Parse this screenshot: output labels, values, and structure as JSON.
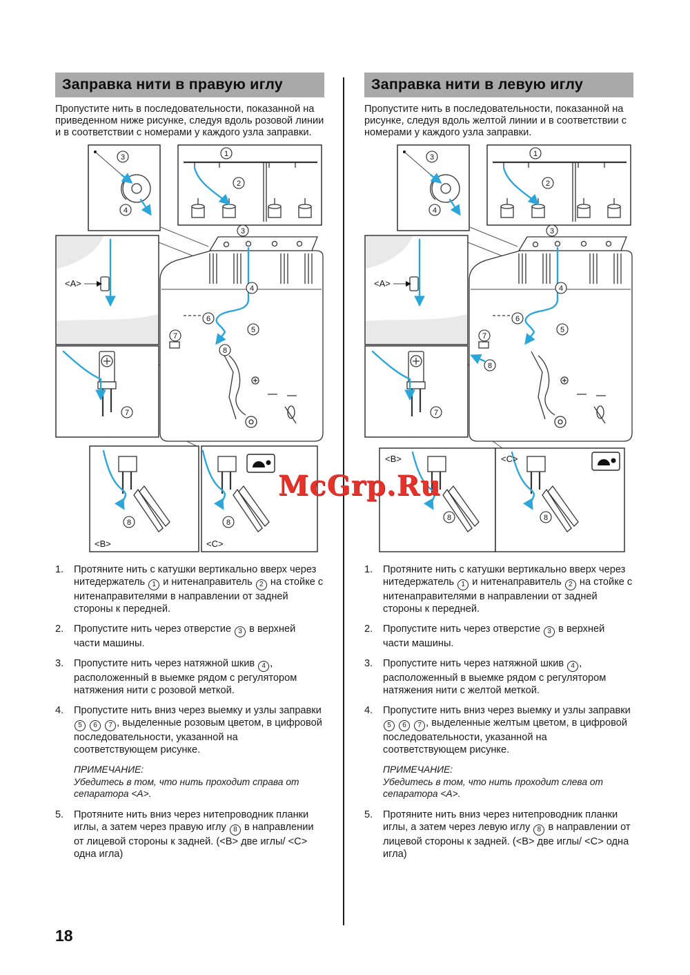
{
  "page": {
    "number": "18",
    "watermark": "McGrp.Ru"
  },
  "markers": {
    "n1": "1",
    "n2": "2",
    "n3": "3",
    "n4": "4",
    "n5": "5",
    "n6": "6",
    "n7": "7",
    "n8": "8"
  },
  "labels": {
    "a": "<A>",
    "b": "<B>",
    "c": "<C>"
  },
  "right_needle": {
    "title": "Заправка нити в правую иглу",
    "intro": "Пропустите нить в последовательности, показанной на приведенном ниже рисунке, следуя вдоль розовой линии и в соответствии с номерами у каждого узла заправки.",
    "items": [
      {
        "num": "1.",
        "text": "Протяните нить с катушки вертикально вверх через нитедержатель ① и нитенаправитель ② на стойке с нитенаправителями в направлении от задней стороны к передней."
      },
      {
        "num": "2.",
        "text": "Пропустите нить через отверстие ③ в верхней части машины."
      },
      {
        "num": "3.",
        "text": "Пропустите нить через натяжной шкив ④, расположенный в выемке рядом с регулятором натяжения нити с розовой меткой."
      },
      {
        "num": "4.",
        "text": "Пропустите нить вниз через выемку и узлы заправки ⑤ ⑥ ⑦, выделенные розовым цветом, в цифровой последовательности, указанной на соответствующем рисунке."
      },
      {
        "num": "5.",
        "text": "Протяните нить вниз через нитепроводник планки иглы, а затем через правую иглу ⑧ в направлении от лицевой стороны к задней. (<B> две иглы/ <C> одна игла)"
      }
    ],
    "note_title": "ПРИМЕЧАНИЕ:",
    "note_text": "Убедитесь в том, что нить проходит справа от сепаратора <А>."
  },
  "left_needle": {
    "title": "Заправка нити в левую иглу",
    "intro": "Пропустите нить в последовательности, показанной на рисунке, следуя вдоль желтой линии и в соответствии с номерами у каждого узла заправки.",
    "items": [
      {
        "num": "1.",
        "text": "Протяните нить с катушки вертикально вверх через нитедержатель ① и нитенаправитель ② на стойке с нитенаправителями в направлении от задней стороны к передней."
      },
      {
        "num": "2.",
        "text": "Пропустите нить через отверстие ③ в верхней части машины."
      },
      {
        "num": "3.",
        "text": "Пропустите нить через натяжной шкив ④, расположенный в выемке рядом с регулятором натяжения нити с желтой меткой."
      },
      {
        "num": "4.",
        "text": "Пропустите нить вниз через выемку и узлы заправки ⑤ ⑥ ⑦, выделенные желтым цветом, в цифровой последовательности, указанной на соответствующем рисунке."
      },
      {
        "num": "5.",
        "text": "Протяните нить вниз через нитепроводник планки иглы, а затем через левую иглу ⑧ в направлении от лицевой стороны к задней. (<B> две иглы/ <C> одна игла)"
      }
    ],
    "note_title": "ПРИМЕЧАНИЕ:",
    "note_text": "Убедитесь в том, что нить проходит слева от сепаратора <А>."
  }
}
